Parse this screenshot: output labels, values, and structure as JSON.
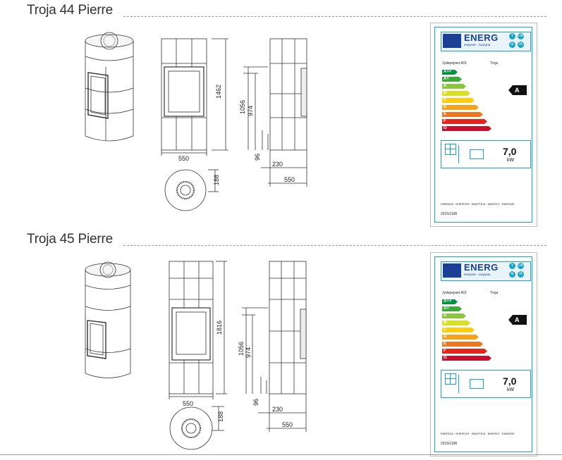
{
  "sections": [
    {
      "title": "Troja 44 Pierre",
      "dims": {
        "height_total": "1462",
        "height_door": "1056",
        "height_inner": "974",
        "width_front": "550",
        "top_depth": "188",
        "bottom_left": "96",
        "side_depth": "230",
        "side_width": "550"
      },
      "label": {
        "brand": "ENERG",
        "subtitle": "енергия · ενεργεια",
        "manufacturer": "Jydepejsen A/S",
        "model": "Troja",
        "classes": [
          "A++",
          "A+",
          "A",
          "B",
          "C",
          "D",
          "E",
          "F",
          "G"
        ],
        "class_colors": [
          "#00923f",
          "#3aa935",
          "#8cc63f",
          "#d8e021",
          "#fecd0e",
          "#f7a21b",
          "#ee7623",
          "#e3241b",
          "#c8102e"
        ],
        "rating": "A",
        "power": "7,0",
        "power_unit": "kW",
        "footer": "ENERGIA · ЕНЕРГИЯ · ΕΝΕΡΓΕΙΑ · ENERGY · ENERGIE",
        "regulation": "2015/1186"
      }
    },
    {
      "title": "Troja 45 Pierre",
      "dims": {
        "height_total": "1816",
        "height_door": "1056",
        "height_inner": "974",
        "width_front": "550",
        "top_depth": "188",
        "bottom_left": "96",
        "side_depth": "230",
        "side_width": "550"
      },
      "label": {
        "brand": "ENERG",
        "subtitle": "енергия · ενεργεια",
        "manufacturer": "Jydepejsen A/S",
        "model": "Troja",
        "classes": [
          "A++",
          "A+",
          "A",
          "B",
          "C",
          "D",
          "E",
          "F",
          "G"
        ],
        "class_colors": [
          "#00923f",
          "#3aa935",
          "#8cc63f",
          "#d8e021",
          "#fecd0e",
          "#f7a21b",
          "#ee7623",
          "#e3241b",
          "#c8102e"
        ],
        "rating": "A",
        "power": "7,0",
        "power_unit": "kW",
        "footer": "ENERGIA · ЕНЕРГИЯ · ΕΝΕΡΓΕΙΑ · ENERGY · ENERGIE",
        "regulation": "2015/1186"
      }
    }
  ]
}
